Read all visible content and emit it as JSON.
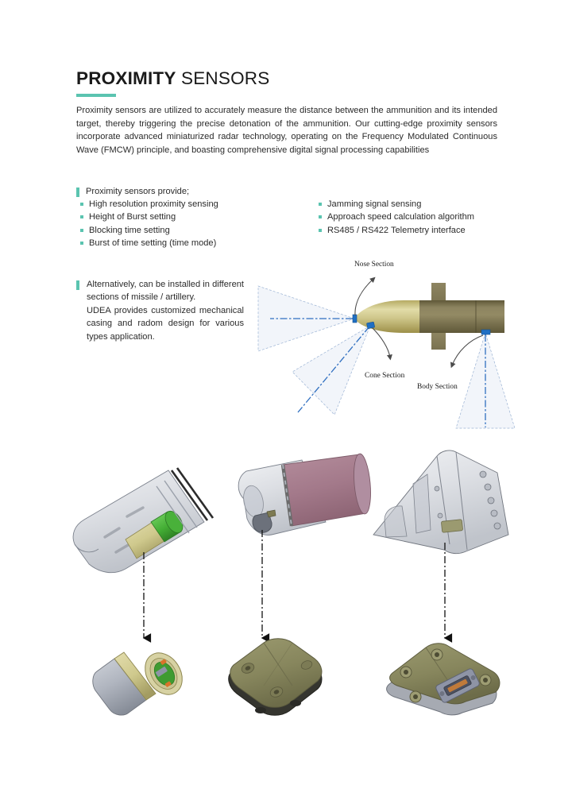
{
  "page": {
    "background": "#ffffff",
    "accent_color": "#5bc4b0"
  },
  "header": {
    "title_strong": "PROXIMITY",
    "title_light": " SENSORS"
  },
  "intro": {
    "paragraph": "Proximity sensors are utilized to accurately measure the distance between the ammunition and its intended target, thereby triggering the precise detonation of the ammunition. Our cutting-edge proximity sensors incorporate advanced miniaturized radar technology, operating on the Frequency Modulated Continuous Wave (FMCW) principle, and boasting comprehensive digital signal processing capabilities"
  },
  "features": {
    "heading": "Proximity sensors provide;",
    "left_items": [
      "High resolution proximity sensing",
      "Height of Burst setting",
      "Blocking time setting",
      "Burst of time setting (time mode)"
    ],
    "right_items": [
      "Jamming signal sensing",
      "Approach speed calculation algorithm",
      "RS485 / RS422 Telemetry interface"
    ]
  },
  "alternative": {
    "paragraph_1": "Alternatively, can be installed in different sections of missile / artillery.",
    "paragraph_2": "UDEA provides customized mechanical casing and radom design for various types application."
  },
  "missile_diagram": {
    "labels": {
      "nose": "Nose Section",
      "cone": "Cone Section",
      "body": "Body Section"
    },
    "colors": {
      "nose_light": "#ddd69a",
      "nose_dark": "#a89a50",
      "body": "#7d7350",
      "body_light": "#8e8560",
      "beam_fill": "#f2f5fa",
      "beam_stroke": "#9bb3d4",
      "marker": "#1f6fc4"
    }
  },
  "render_figures": {
    "colors": {
      "casing_light": "#d8d8dc",
      "casing_mid": "#b8bcc4",
      "casing_dark": "#8a8f98",
      "gold": "#cfc98d",
      "green_pcb": "#4fae3e",
      "mauve": "#a9808e",
      "olive": "#8d8c62",
      "dark_olive": "#3c3c36",
      "arrow": "#111111"
    }
  }
}
